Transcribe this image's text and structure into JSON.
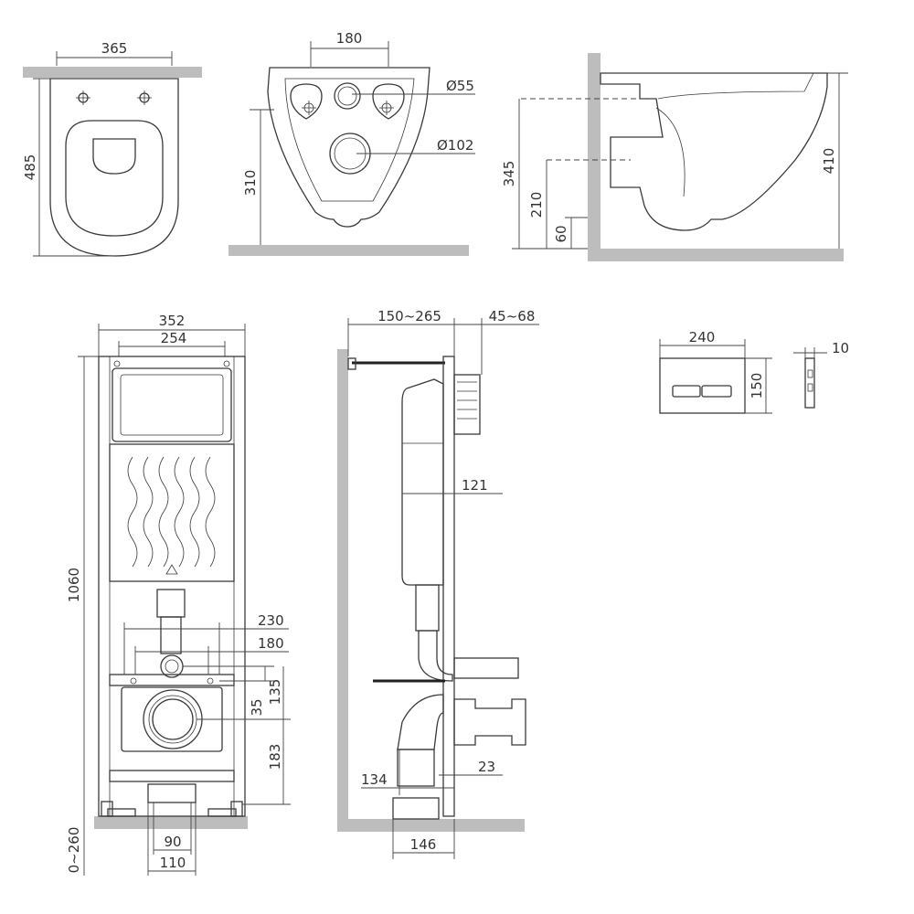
{
  "dimensions": {
    "bowl_top": {
      "width": "365",
      "depth": "485"
    },
    "bowl_front": {
      "mount_spacing": "180",
      "outlet_small": "Ø55",
      "outlet_large": "Ø102",
      "outlet_height": "310"
    },
    "bowl_side": {
      "h345": "345",
      "h210": "210",
      "h60": "60",
      "h410": "410"
    },
    "frame_front": {
      "outer_width": "352",
      "inner_width": "254",
      "height": "1060",
      "w230": "230",
      "w180": "180",
      "h35": "35",
      "h135": "135",
      "h183": "183",
      "adjust": "0~260",
      "w90": "90",
      "w110": "110"
    },
    "frame_side": {
      "wall_gap": "150~265",
      "front_depth": "45~68",
      "tank_depth": "121",
      "elbow": "134",
      "w23": "23",
      "base": "146"
    },
    "flush_plate": {
      "width": "240",
      "height": "150",
      "thickness": "10"
    }
  }
}
